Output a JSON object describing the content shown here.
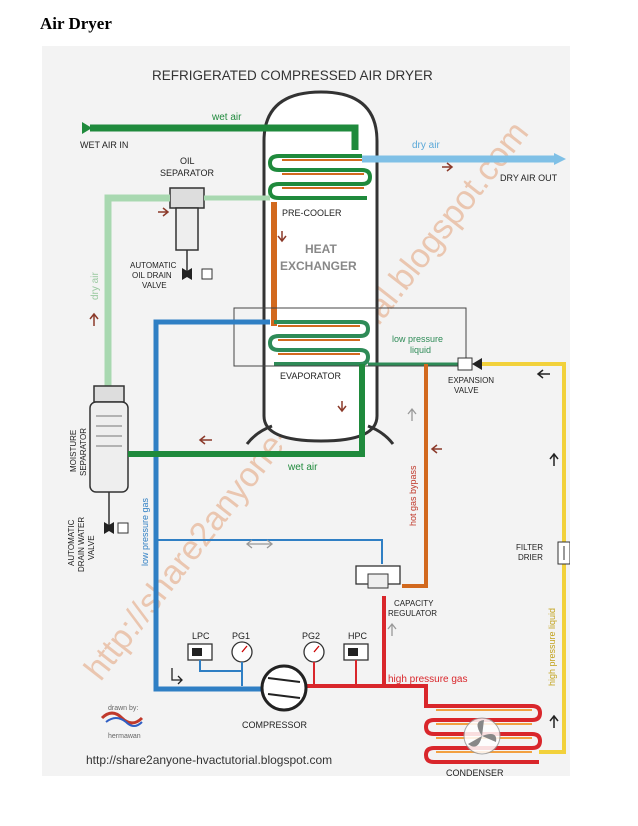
{
  "page": {
    "heading": "Air Dryer"
  },
  "diagram": {
    "title": "REFRIGERATED COMPRESSED AIR DRYER",
    "labels": {
      "wet_air_top": "wet air",
      "wet_air_in": "WET AIR IN",
      "dry_air_top": "dry air",
      "dry_air_out": "DRY AIR OUT",
      "oil_separator_1": "OIL",
      "oil_separator_2": "SEPARATOR",
      "pre_cooler": "PRE-COOLER",
      "heat_exchanger_1": "HEAT",
      "heat_exchanger_2": "EXCHANGER",
      "auto_oil_drain_1": "AUTOMATIC",
      "auto_oil_drain_2": "OIL DRAIN",
      "auto_oil_drain_3": "VALVE",
      "dry_air_vertical": "dry air",
      "low_pressure_liquid_1": "low pressure",
      "low_pressure_liquid_2": "liquid",
      "evaporator": "EVAPORATOR",
      "expansion_valve_1": "EXPANSION",
      "expansion_valve_2": "VALVE",
      "moisture_separator_1": "MOISTURE",
      "moisture_separator_2": "SEPARATOR",
      "wet_air_bottom": "wet air",
      "hot_gas_bypass": "hot gas bypass",
      "low_pressure_gas": "low pressure gas",
      "auto_drain_water_1": "AUTOMATIC",
      "auto_drain_water_2": "DRAIN WATER",
      "auto_drain_water_3": "VALVE",
      "filter_drier_1": "FILTER",
      "filter_drier_2": "DRIER",
      "capacity_regulator_1": "CAPACITY",
      "capacity_regulator_2": "REGULATOR",
      "high_pressure_liquid": "high pressure liquid",
      "lpc": "LPC",
      "pg1": "PG1",
      "pg2": "PG2",
      "hpc": "HPC",
      "high_pressure_gas": "high pressure gas",
      "compressor": "COMPRESSOR",
      "drawn_by": "drawn by:",
      "author": "hermawan",
      "condenser": "CONDENSER",
      "footer_url": "http://share2anyone-hvactutorial.blogspot.com",
      "watermark": "http://share2anyone-hvactutorial.blogspot.com"
    },
    "colors": {
      "wet_air": "#1f8a3c",
      "dry_air": "#7fc0e6",
      "dry_air_return": "#a8d8b0",
      "low_pressure_gas": "#2f7fc4",
      "hot_gas": "#d2691e",
      "high_pressure_gas": "#d9262b",
      "high_pressure_liquid": "#f2d13b",
      "low_pressure_liquid": "#2e8b57",
      "watermark": "#e8b89a"
    }
  }
}
